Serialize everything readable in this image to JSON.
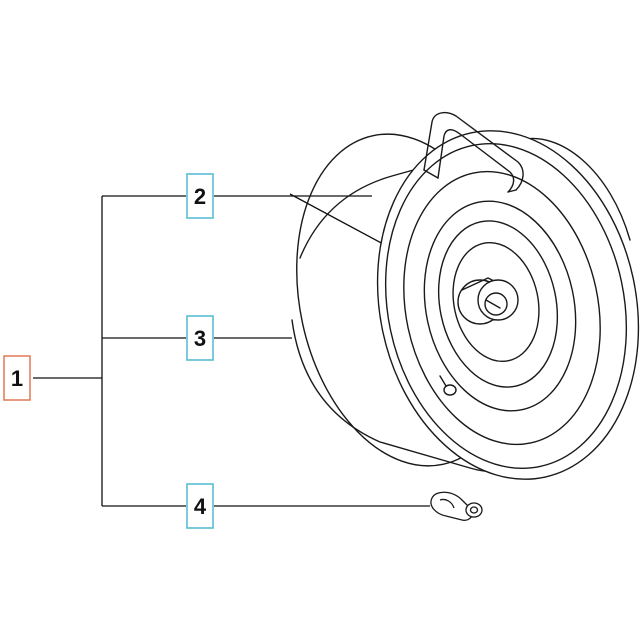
{
  "callouts": [
    {
      "label": "1",
      "role": "assembly",
      "border_color": "#e3805e"
    },
    {
      "label": "2",
      "role": "part",
      "border_color": "#5bbcd6"
    },
    {
      "label": "3",
      "role": "part",
      "border_color": "#5bbcd6"
    },
    {
      "label": "4",
      "role": "part",
      "border_color": "#5bbcd6"
    }
  ],
  "colors": {
    "line": "#111111",
    "drawing": "#1a1a1a",
    "background": "#ffffff"
  }
}
